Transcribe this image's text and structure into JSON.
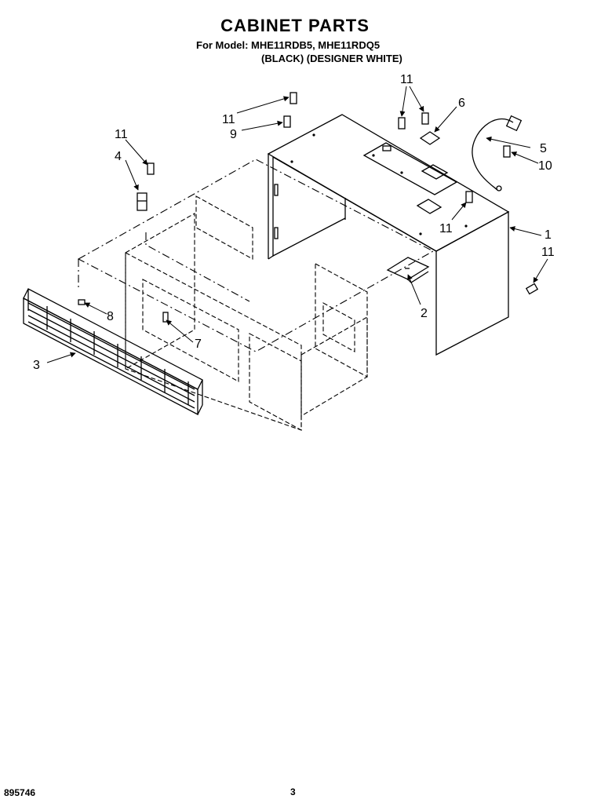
{
  "header": {
    "title": "CABINET PARTS",
    "models": "For Model: MHE11RDB5, MHE11RDQ5",
    "colors": "(BLACK) (DESIGNER WHITE)"
  },
  "footer": {
    "code": "895746",
    "page": "3"
  },
  "callouts": {
    "c11_top": "11",
    "c9": "9",
    "c11_right_top": "11",
    "c6": "6",
    "c5": "5",
    "c10": "10",
    "c11_left": "11",
    "c4": "4",
    "c11_mid": "11",
    "c1": "1",
    "c11_side": "11",
    "c2": "2",
    "c8": "8",
    "c7": "7",
    "c3": "3"
  }
}
